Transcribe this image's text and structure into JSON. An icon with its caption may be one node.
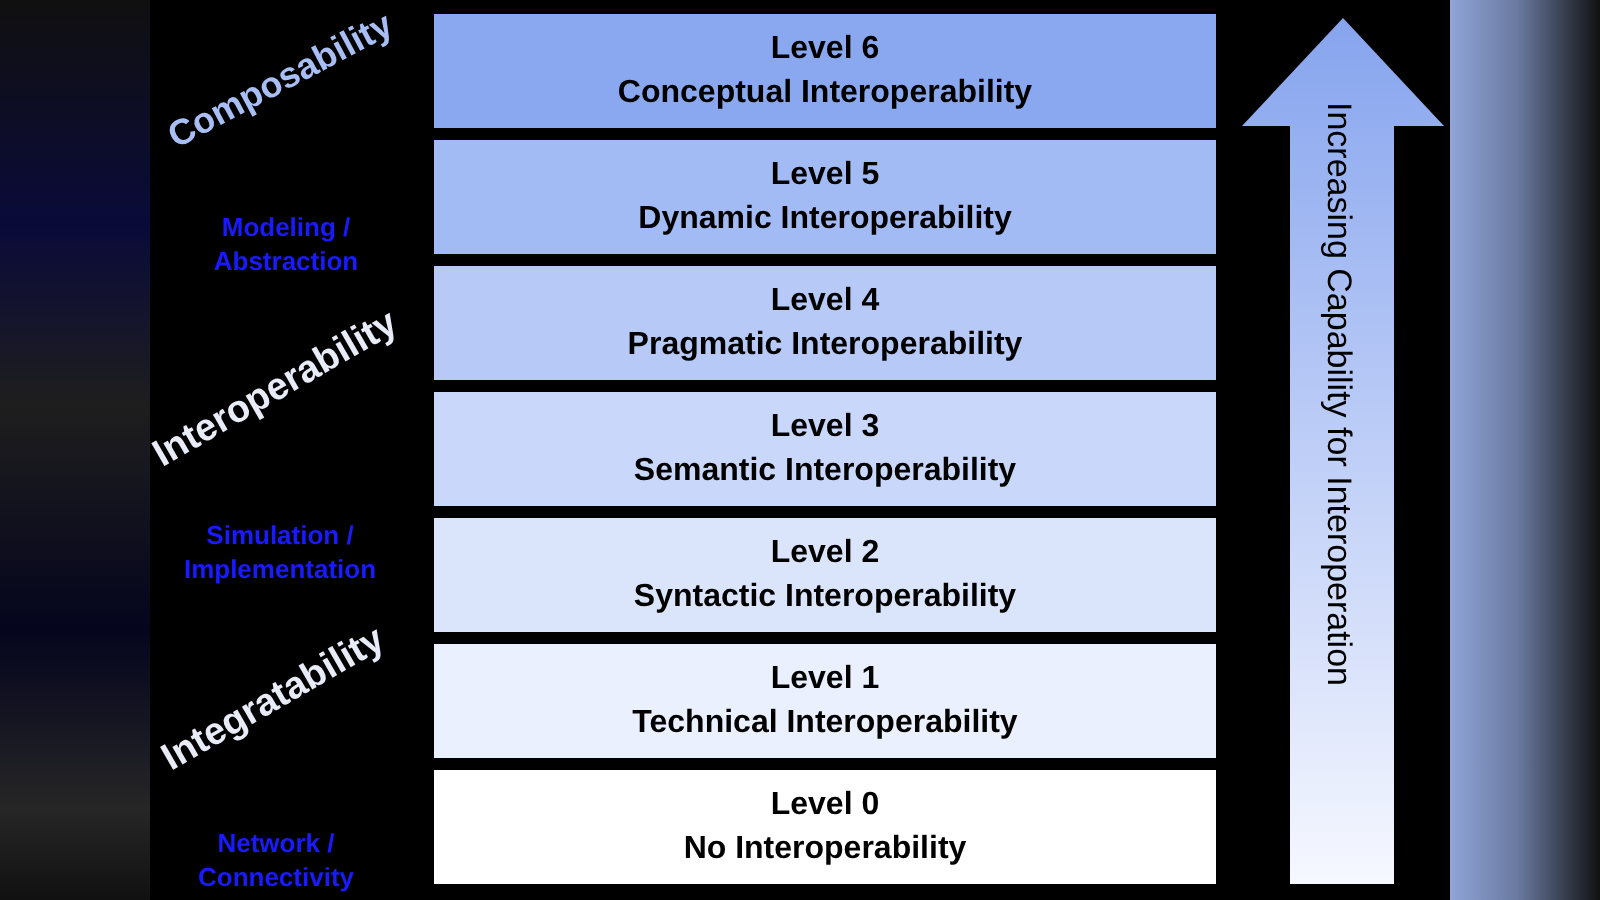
{
  "diagram": {
    "nodes": [
      {
        "text": [
          "Level 6",
          "Conceptual Interoperability"
        ]
      },
      {
        "text": [
          "Level 5",
          "Dynamic Interoperability"
        ]
      },
      {
        "text": [
          "Level 4",
          "Pragmatic Interoperability"
        ]
      },
      {
        "text": [
          "Level 3",
          "Semantic Interoperability"
        ]
      },
      {
        "text": [
          "Level 2",
          "Syntactic Interoperability"
        ]
      },
      {
        "text": [
          "Level 1",
          "Technical Interoperability"
        ]
      },
      {
        "text": [
          "Level 0",
          "No Interoperability"
        ]
      },
      {
        "text": [
          "Increasing Capability for Interoperation"
        ]
      }
    ],
    "labels": [
      "Composability",
      "Modeling / Abstraction",
      "Interoperability",
      "Simulation / Implementation",
      "Integratability",
      "Network / Connectivity"
    ]
  }
}
